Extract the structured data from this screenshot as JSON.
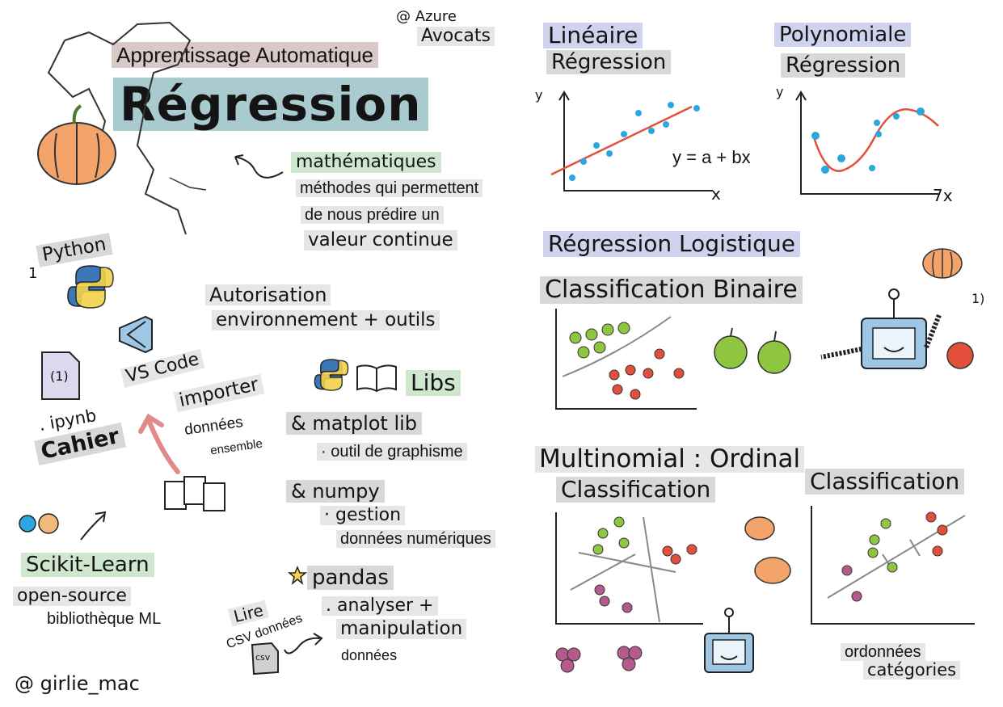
{
  "header": {
    "subtitle": "Apprentissage Automatique",
    "title": "Régression",
    "credit_azure_1": "@ Azure",
    "credit_azure_2": "Avocats"
  },
  "definition": {
    "line1": "mathématiques",
    "line2": "méthodes qui permettent",
    "line3": "de nous prédire un",
    "line4": "valeur continue"
  },
  "tools": {
    "python_num": "1",
    "python": "Python",
    "notebook_glyph": "(1)",
    "ipynb": ". ipynb",
    "cahier": "Cahier",
    "vscode": "VS Code",
    "import1": "importer",
    "import2": "données",
    "import3": "ensemble",
    "authorization1": "Autorisation",
    "authorization2": "environnement + outils",
    "scikit": "Scikit-Learn",
    "scikit_desc1": "open-source",
    "scikit_desc2": "bibliothèque ML",
    "handle": "@ girlie_mac"
  },
  "libs": {
    "title": "Libs",
    "matplotlib": "& matplot lib",
    "matplotlib_desc": "· outil de graphisme",
    "numpy": "& numpy",
    "numpy_desc1": "· gestion",
    "numpy_desc2": "données numériques",
    "pandas": "pandas",
    "pandas_desc1": ". analyser +",
    "pandas_desc2": "manipulation",
    "pandas_desc3": "données",
    "read1": "Lire",
    "read2": "CSV données",
    "csv_icon": "csv"
  },
  "linear": {
    "title1": "Linéaire",
    "title2": "Régression",
    "y_axis": "y",
    "x_axis": "x",
    "equation": "y = a + bx"
  },
  "polynomial": {
    "title1": "Polynomiale",
    "title2": "Régression",
    "y_axis": "y",
    "x_axis": "7x"
  },
  "logistic": {
    "title": "Régression Logistique",
    "binary": "Classification Binaire",
    "marker": "1)"
  },
  "multinomial": {
    "title1": "Multinomial : Ordinal",
    "title2a": "Classification",
    "title2b": "Classification",
    "ordinal1": "ordonnées",
    "ordinal2": "catégories"
  },
  "colors": {
    "accent_blue": "#2aa7e0",
    "line_red": "#e3503b",
    "pumpkin": "#f2a46a",
    "apple_green": "#8ec641",
    "apple_red": "#e2503b",
    "grape": "#b45a8c"
  }
}
